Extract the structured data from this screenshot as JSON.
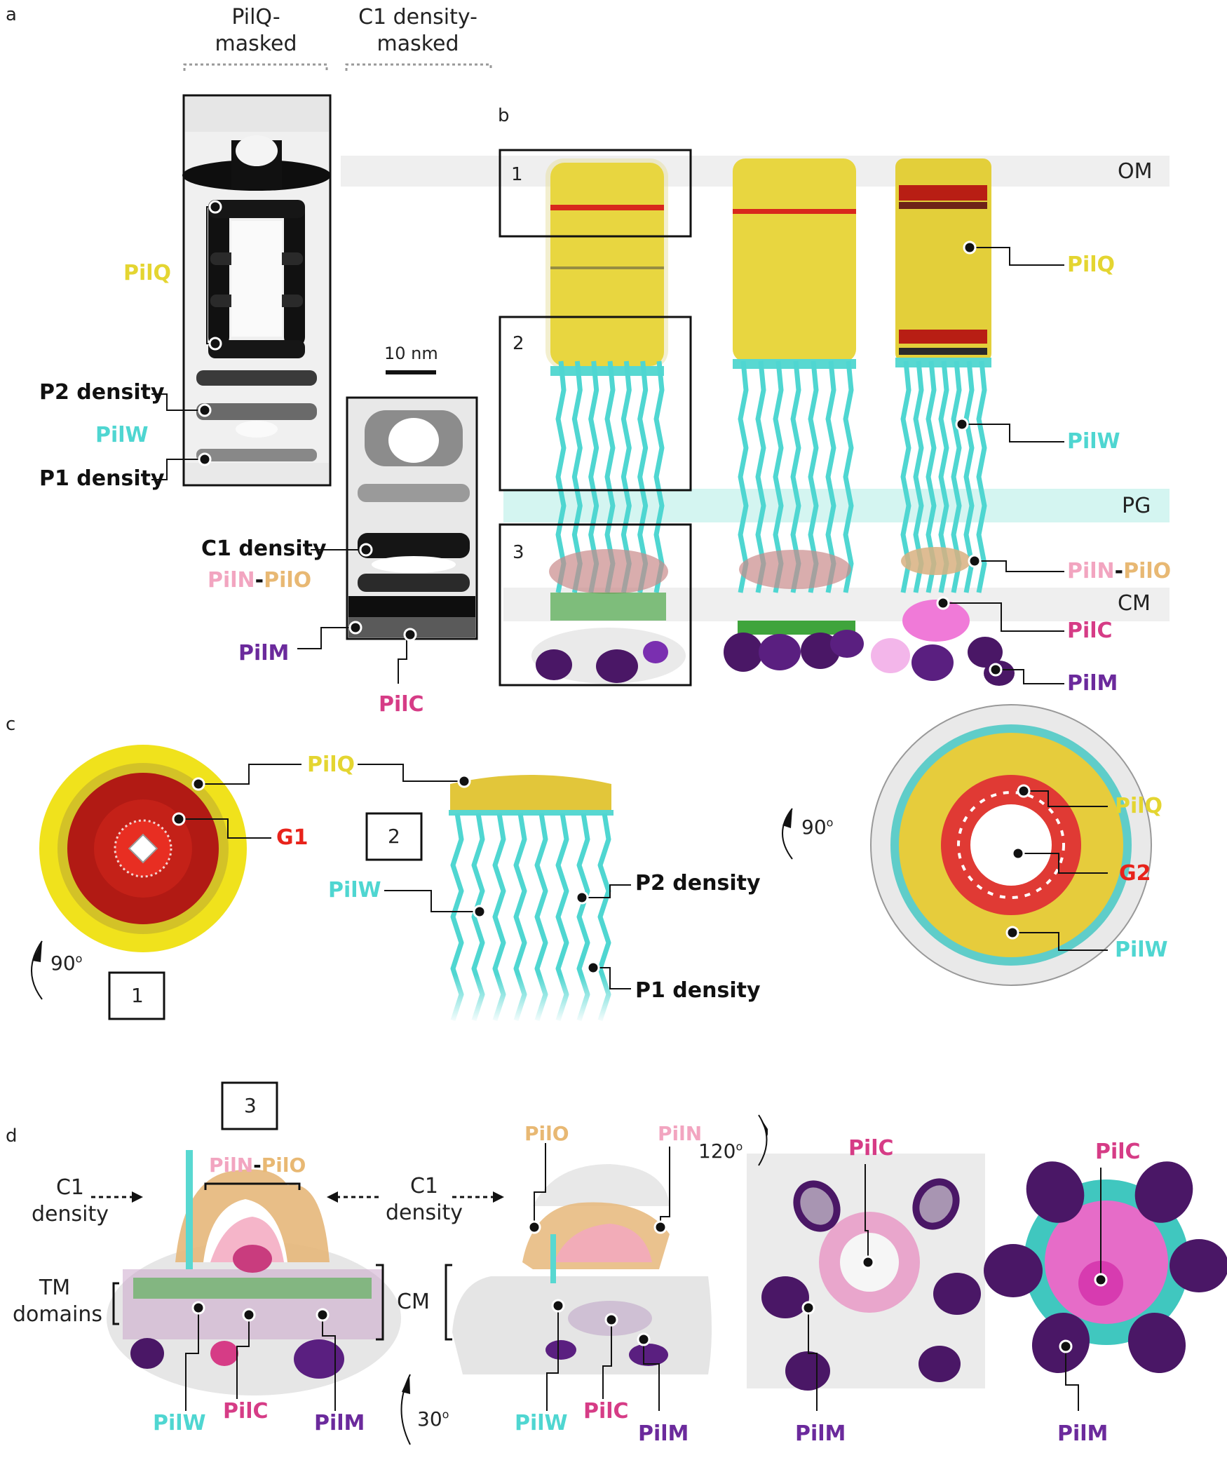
{
  "panels": {
    "a": "a",
    "b": "b",
    "c": "c",
    "d": "d"
  },
  "panel_a": {
    "header_left": [
      "PilQ-",
      "masked"
    ],
    "header_right": [
      "C1 density-",
      "masked"
    ],
    "scale_bar": "10 nm",
    "labels": {
      "pilq": "PilQ",
      "p2": "P2 density",
      "pilw": "PilW",
      "p1": "P1 density",
      "c1": "C1 density",
      "piln": "PilN",
      "dash": "-",
      "pilo": "PilO",
      "pilm": "PilM",
      "pilc": "PilC"
    }
  },
  "panel_b": {
    "box_numbers": [
      "1",
      "2",
      "3"
    ],
    "bands": {
      "om": "OM",
      "pg": "PG",
      "cm": "CM"
    },
    "labels": {
      "pilq": "PilQ",
      "pilw": "PilW",
      "piln": "PilN",
      "dash": "-",
      "pilo": "PilO",
      "pilc": "PilC",
      "pilm": "PilM"
    }
  },
  "panel_c": {
    "pilq": "PilQ",
    "g1": "G1",
    "rot1": "90",
    "rot_sup": "o",
    "box1": "1",
    "box2": "2",
    "pilw": "PilW",
    "p2": "P2 density",
    "p1": "P1 density",
    "rot2": "90",
    "pilq_r": "PilQ",
    "g2": "G2",
    "pilw_r": "PilW"
  },
  "panel_d": {
    "box3": "3",
    "c1_left": [
      "C1",
      "density"
    ],
    "c1_mid": [
      "C1",
      "density"
    ],
    "piln": "PilN",
    "dash": "-",
    "pilo": "PilO",
    "tm": [
      "TM",
      "domains"
    ],
    "cm": "CM",
    "pilw": "PilW",
    "pilc": "PilC",
    "pilm": "PilM",
    "rot30": "30",
    "rot_sup": "o",
    "pilo_mid": "PilO",
    "piln_mid": "PilN",
    "rot120": "120",
    "pilw_mid": "PilW",
    "pilc_mid": "PilC",
    "pilm_mid": "PilM",
    "pilc_r1": "PilC",
    "pilm_r1": "PilM",
    "pilc_r2": "PilC",
    "pilm_r2": "PilM"
  },
  "colors": {
    "pilq": "#e4d531",
    "pilw": "#4fd6d1",
    "piln": "#f2a5c0",
    "pilo": "#e8b873",
    "pilc": "#d63c86",
    "pilm": "#6b2a9c",
    "gate": "#e8231b"
  }
}
